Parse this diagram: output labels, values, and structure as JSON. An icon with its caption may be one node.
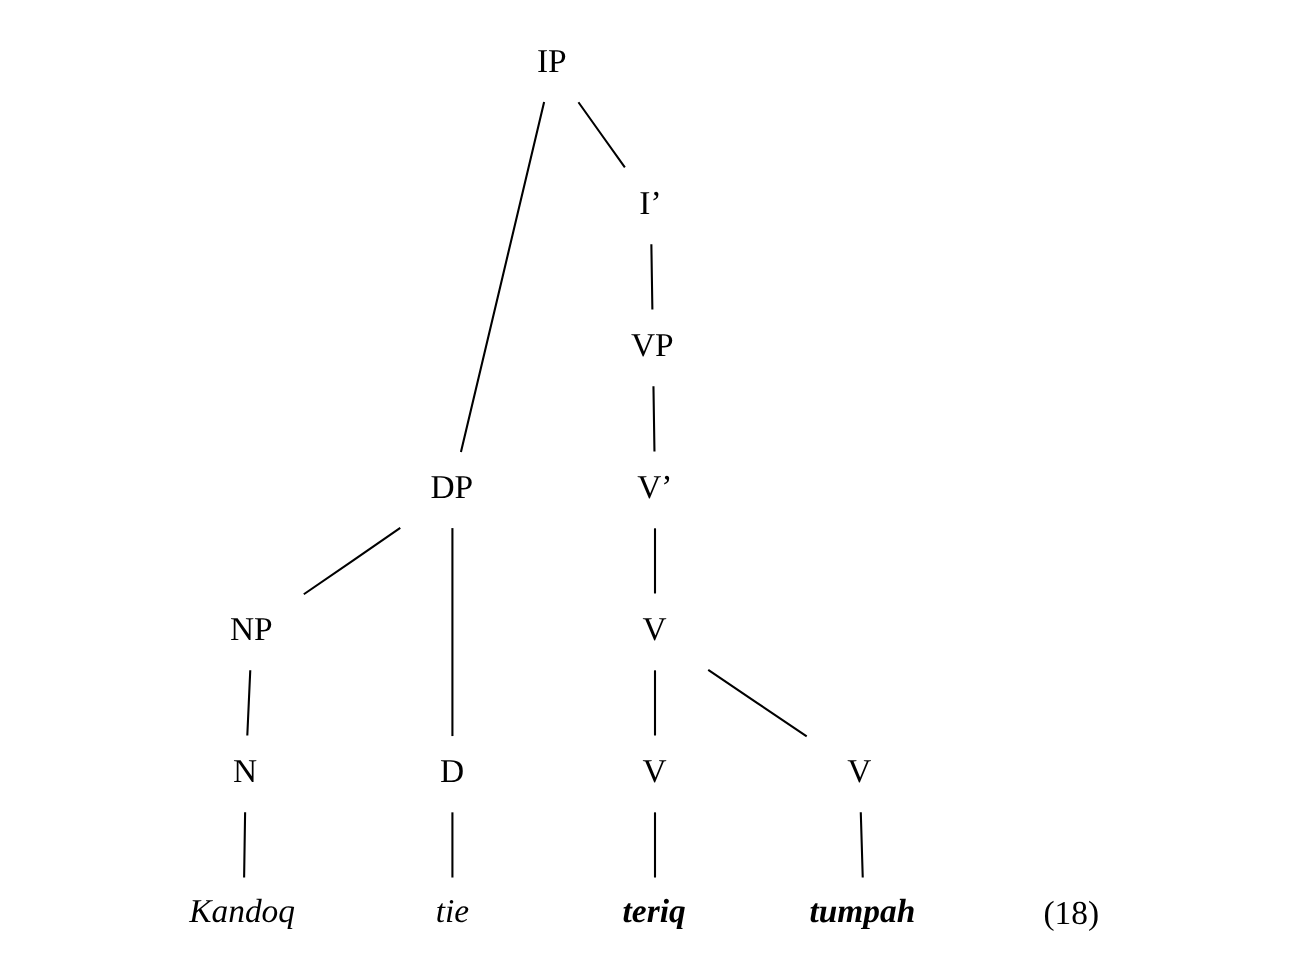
{
  "diagram": {
    "nodes": [
      {
        "text": [
          "IP"
        ]
      },
      {
        "text": [
          "DP"
        ]
      },
      {
        "text": [
          "I’"
        ]
      },
      {
        "text": [
          "NP"
        ]
      },
      {
        "text": [
          "D"
        ]
      },
      {
        "text": [
          "VP"
        ]
      },
      {
        "text": [
          "V’"
        ]
      },
      {
        "text": [
          "V"
        ]
      },
      {
        "text": [
          "N"
        ]
      },
      {
        "text": [
          "V"
        ]
      },
      {
        "text": [
          "V"
        ]
      },
      {
        "text": [
          "Kandoq"
        ]
      },
      {
        "text": [
          "tie"
        ]
      },
      {
        "text": [
          "teriq"
        ]
      },
      {
        "text": [
          "tumpah"
        ]
      }
    ],
    "edges": [
      {
        "from": 0,
        "to": 1,
        "arrow": "none"
      },
      {
        "from": 0,
        "to": 2,
        "arrow": "none"
      },
      {
        "from": 1,
        "to": 3,
        "arrow": "none"
      },
      {
        "from": 1,
        "to": 4,
        "arrow": "none"
      },
      {
        "from": 2,
        "to": 5,
        "arrow": "none"
      },
      {
        "from": 5,
        "to": 6,
        "arrow": "none"
      },
      {
        "from": 6,
        "to": 7,
        "arrow": "none"
      },
      {
        "from": 3,
        "to": 8,
        "arrow": "none"
      },
      {
        "from": 7,
        "to": 9,
        "arrow": "none"
      },
      {
        "from": 7,
        "to": 10,
        "arrow": "none"
      },
      {
        "from": 8,
        "to": 11,
        "arrow": "none"
      },
      {
        "from": 4,
        "to": 12,
        "arrow": "none"
      },
      {
        "from": 9,
        "to": 13,
        "arrow": "none"
      },
      {
        "from": 10,
        "to": 14,
        "arrow": "none"
      }
    ],
    "labels": [
      "(18)"
    ]
  }
}
